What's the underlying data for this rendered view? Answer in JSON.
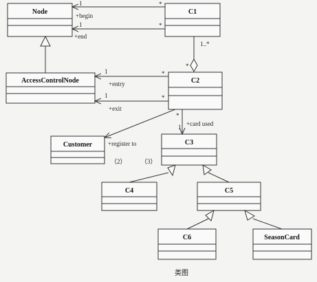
{
  "classes": {
    "node": "Node",
    "c1": "C1",
    "access_control_node": "AccessControlNode",
    "c2": "C2",
    "customer": "Customer",
    "c3": "C3",
    "c4": "C4",
    "c5": "C5",
    "c6": "C6",
    "season_card": "SeasonCard"
  },
  "labels": {
    "c1_node_top_mult_node": "1",
    "c1_node_top_mult_c1": "*",
    "c1_node_top_role": "+begin",
    "c1_node_bottom_mult_node": "1",
    "c1_node_bottom_mult_c1": "*",
    "c1_node_bottom_role": "+end",
    "c1_c2_mult_c1": "1..*",
    "c1_c2_mult_c2": "*",
    "acn_c2_top_mult_acn": "1",
    "acn_c2_top_mult_c2": "*",
    "acn_c2_top_role": "+entry",
    "acn_c2_bottom_mult_acn": "1",
    "acn_c2_bottom_mult_c2": "*",
    "acn_c2_bottom_role": "+exit",
    "c2_customer_role": "+register to",
    "c2_c3_mult_c2": "*",
    "c2_c3_mult_c3": "1",
    "c2_c3_role": "+card used",
    "blank_2": "（2）",
    "blank_3": "（3）"
  },
  "caption": "类图"
}
